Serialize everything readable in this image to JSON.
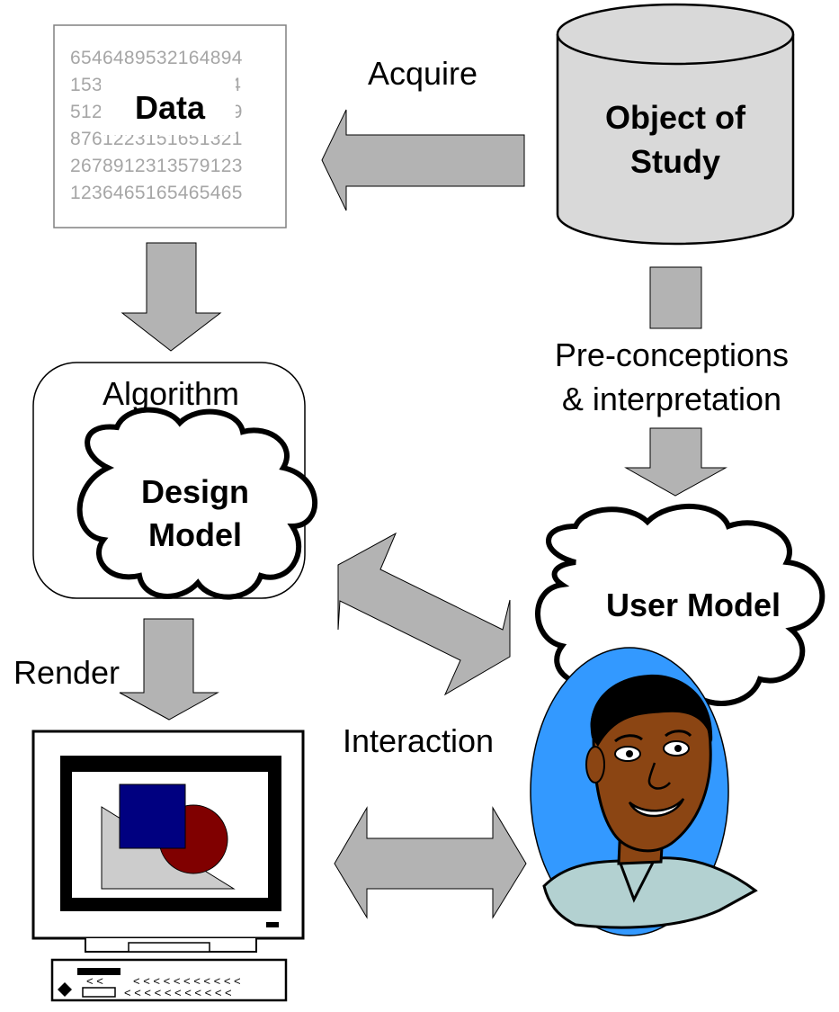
{
  "data_box": {
    "title": "Data",
    "number_rows": [
      "6546489532164894",
      "1531231232112984",
      "5123564564654319",
      "8761223151651321",
      "2678912313579123",
      "1236465165465465"
    ]
  },
  "object_of_study": {
    "line1": "Object of",
    "line2": "Study"
  },
  "labels": {
    "acquire": "Acquire",
    "preconceptions_line1": "Pre-conceptions",
    "preconceptions_line2": "& interpretation",
    "algorithm": "Algorithm",
    "render": "Render",
    "interaction": "Interaction"
  },
  "design_model": {
    "line1": "Design",
    "line2": "Model"
  },
  "user_model": {
    "label": "User Model"
  },
  "icons": [
    "computer-icon",
    "person-icon",
    "cylinder-icon",
    "cloud-icon",
    "arrow-icon"
  ],
  "colors": {
    "arrow_fill": "#b3b3b3",
    "cylinder_fill": "#d9d9d9",
    "person_ellipse": "#3399ff",
    "skin": "#8b4513",
    "monitor_square": "#000080",
    "monitor_circle": "#800000",
    "monitor_triangle": "#cccccc"
  }
}
